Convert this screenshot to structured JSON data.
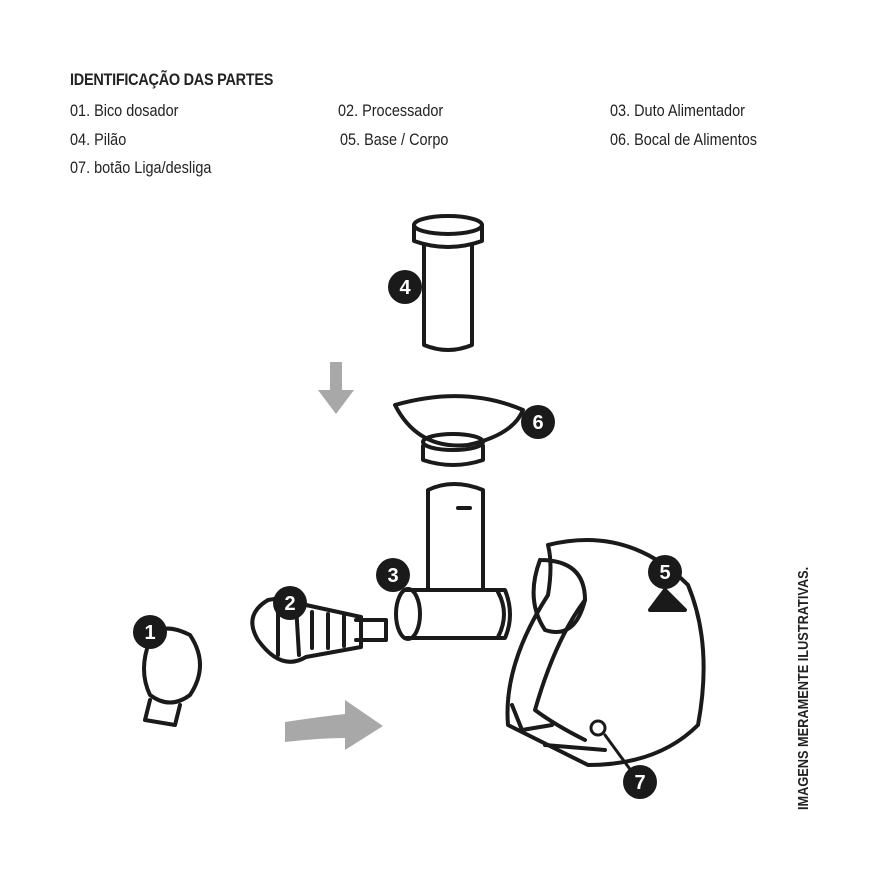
{
  "heading": "IDENTIFICAÇÃO DAS PARTES",
  "parts": [
    {
      "number": "1",
      "label": "01. Bico dosador"
    },
    {
      "number": "2",
      "label": "02. Processador"
    },
    {
      "number": "3",
      "label": "03. Duto Alimentador"
    },
    {
      "number": "4",
      "label": "04. Pilão"
    },
    {
      "number": "5",
      "label": "05. Base / Corpo"
    },
    {
      "number": "6",
      "label": "06. Bocal de Alimentos"
    },
    {
      "number": "7",
      "label": "07. botão Liga/desliga"
    }
  ],
  "disclaimer": "IMAGENS MERAMENTE ILUSTRATIVAS.",
  "colors": {
    "line": "#1a1a1a",
    "arrow": "#a8a8a8",
    "marker": "#1a1a1a"
  }
}
